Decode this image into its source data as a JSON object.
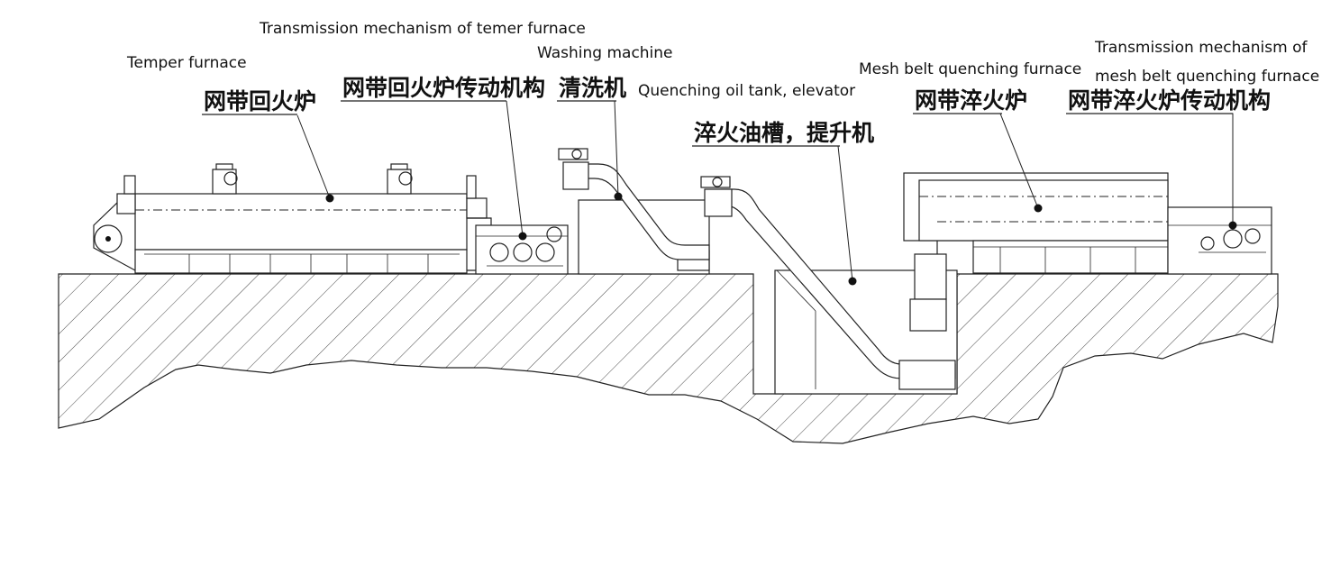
{
  "labels": {
    "temper_furnace_en": "Temper furnace",
    "temper_furnace_zh": "网带回火炉",
    "temper_transmission_en": "Transmission mechanism of  temer furnace",
    "temper_transmission_zh": "网带回火炉传动机构",
    "washing_machine_en": "Washing machine",
    "washing_machine_zh": "清洗机",
    "quench_tank_en": "Quenching oil tank, elevator",
    "quench_tank_zh": "淬火油槽，提升机",
    "quench_furnace_en": "Mesh belt quenching furnace",
    "quench_furnace_zh": "网带淬火炉",
    "quench_transmission_en_1": "Transmission mechanism of",
    "quench_transmission_en_2": "mesh belt quenching furnace",
    "quench_transmission_zh": "网带淬火炉传动机构"
  }
}
